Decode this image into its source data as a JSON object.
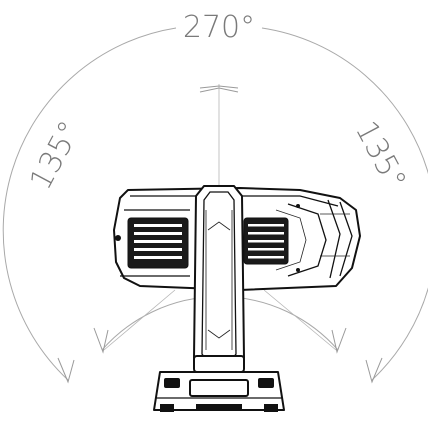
{
  "diagram": {
    "total_angle_label": "270°",
    "left_angle_label": "135°",
    "right_angle_label": "135°"
  },
  "colors": {
    "dimension_lines": "#a9a9a9",
    "dimension_text": "#7a7a7a",
    "fixture_outline": "#111111"
  }
}
